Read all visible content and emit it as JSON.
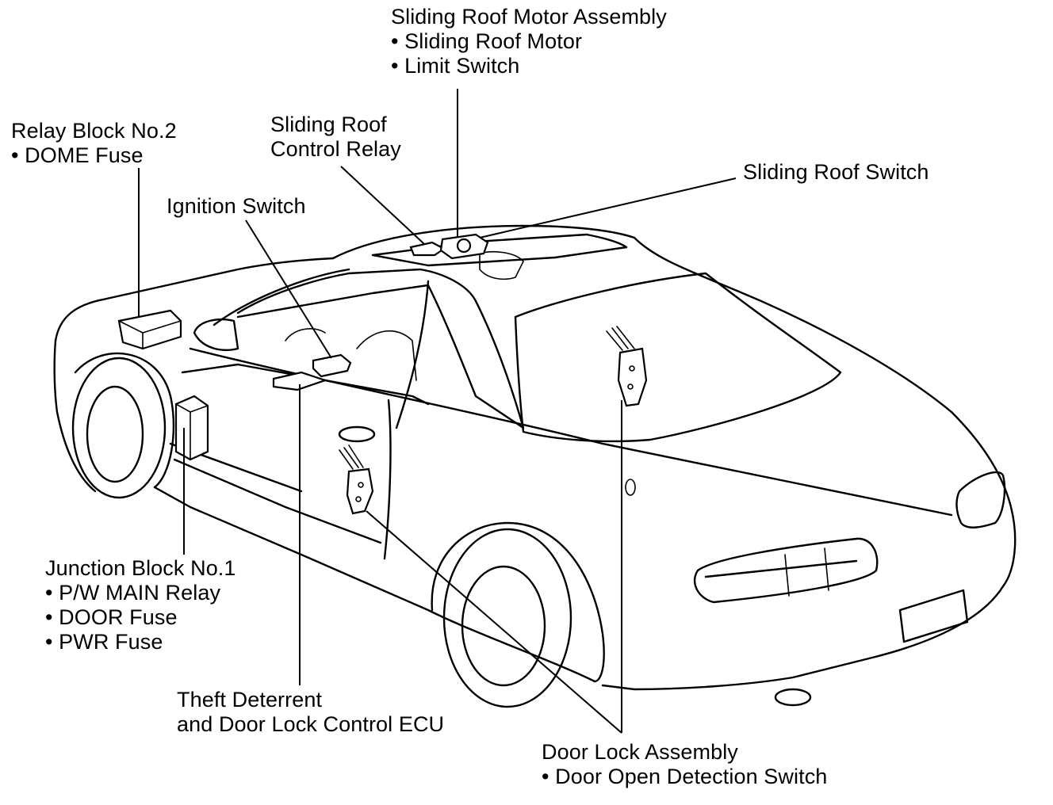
{
  "labels": {
    "motor_assembly": {
      "title": "Sliding Roof Motor Assembly",
      "items": [
        "• Sliding Roof Motor",
        "• Limit Switch"
      ]
    },
    "relay_block": {
      "title": "Relay Block No.2",
      "items": [
        "• DOME Fuse"
      ]
    },
    "control_relay": {
      "lines": [
        "Sliding Roof",
        "Control Relay"
      ]
    },
    "roof_switch": {
      "title": "Sliding Roof Switch"
    },
    "ignition_switch": {
      "title": "Ignition Switch"
    },
    "junction_block": {
      "title": "Junction Block No.1",
      "items": [
        "• P/W MAIN Relay",
        "• DOOR Fuse",
        "• PWR Fuse"
      ]
    },
    "theft_ecu": {
      "lines": [
        "Theft Deterrent",
        "and Door Lock Control ECU"
      ]
    },
    "door_lock": {
      "title": "Door Lock Assembly",
      "items": [
        "• Door Open Detection Switch"
      ]
    }
  }
}
